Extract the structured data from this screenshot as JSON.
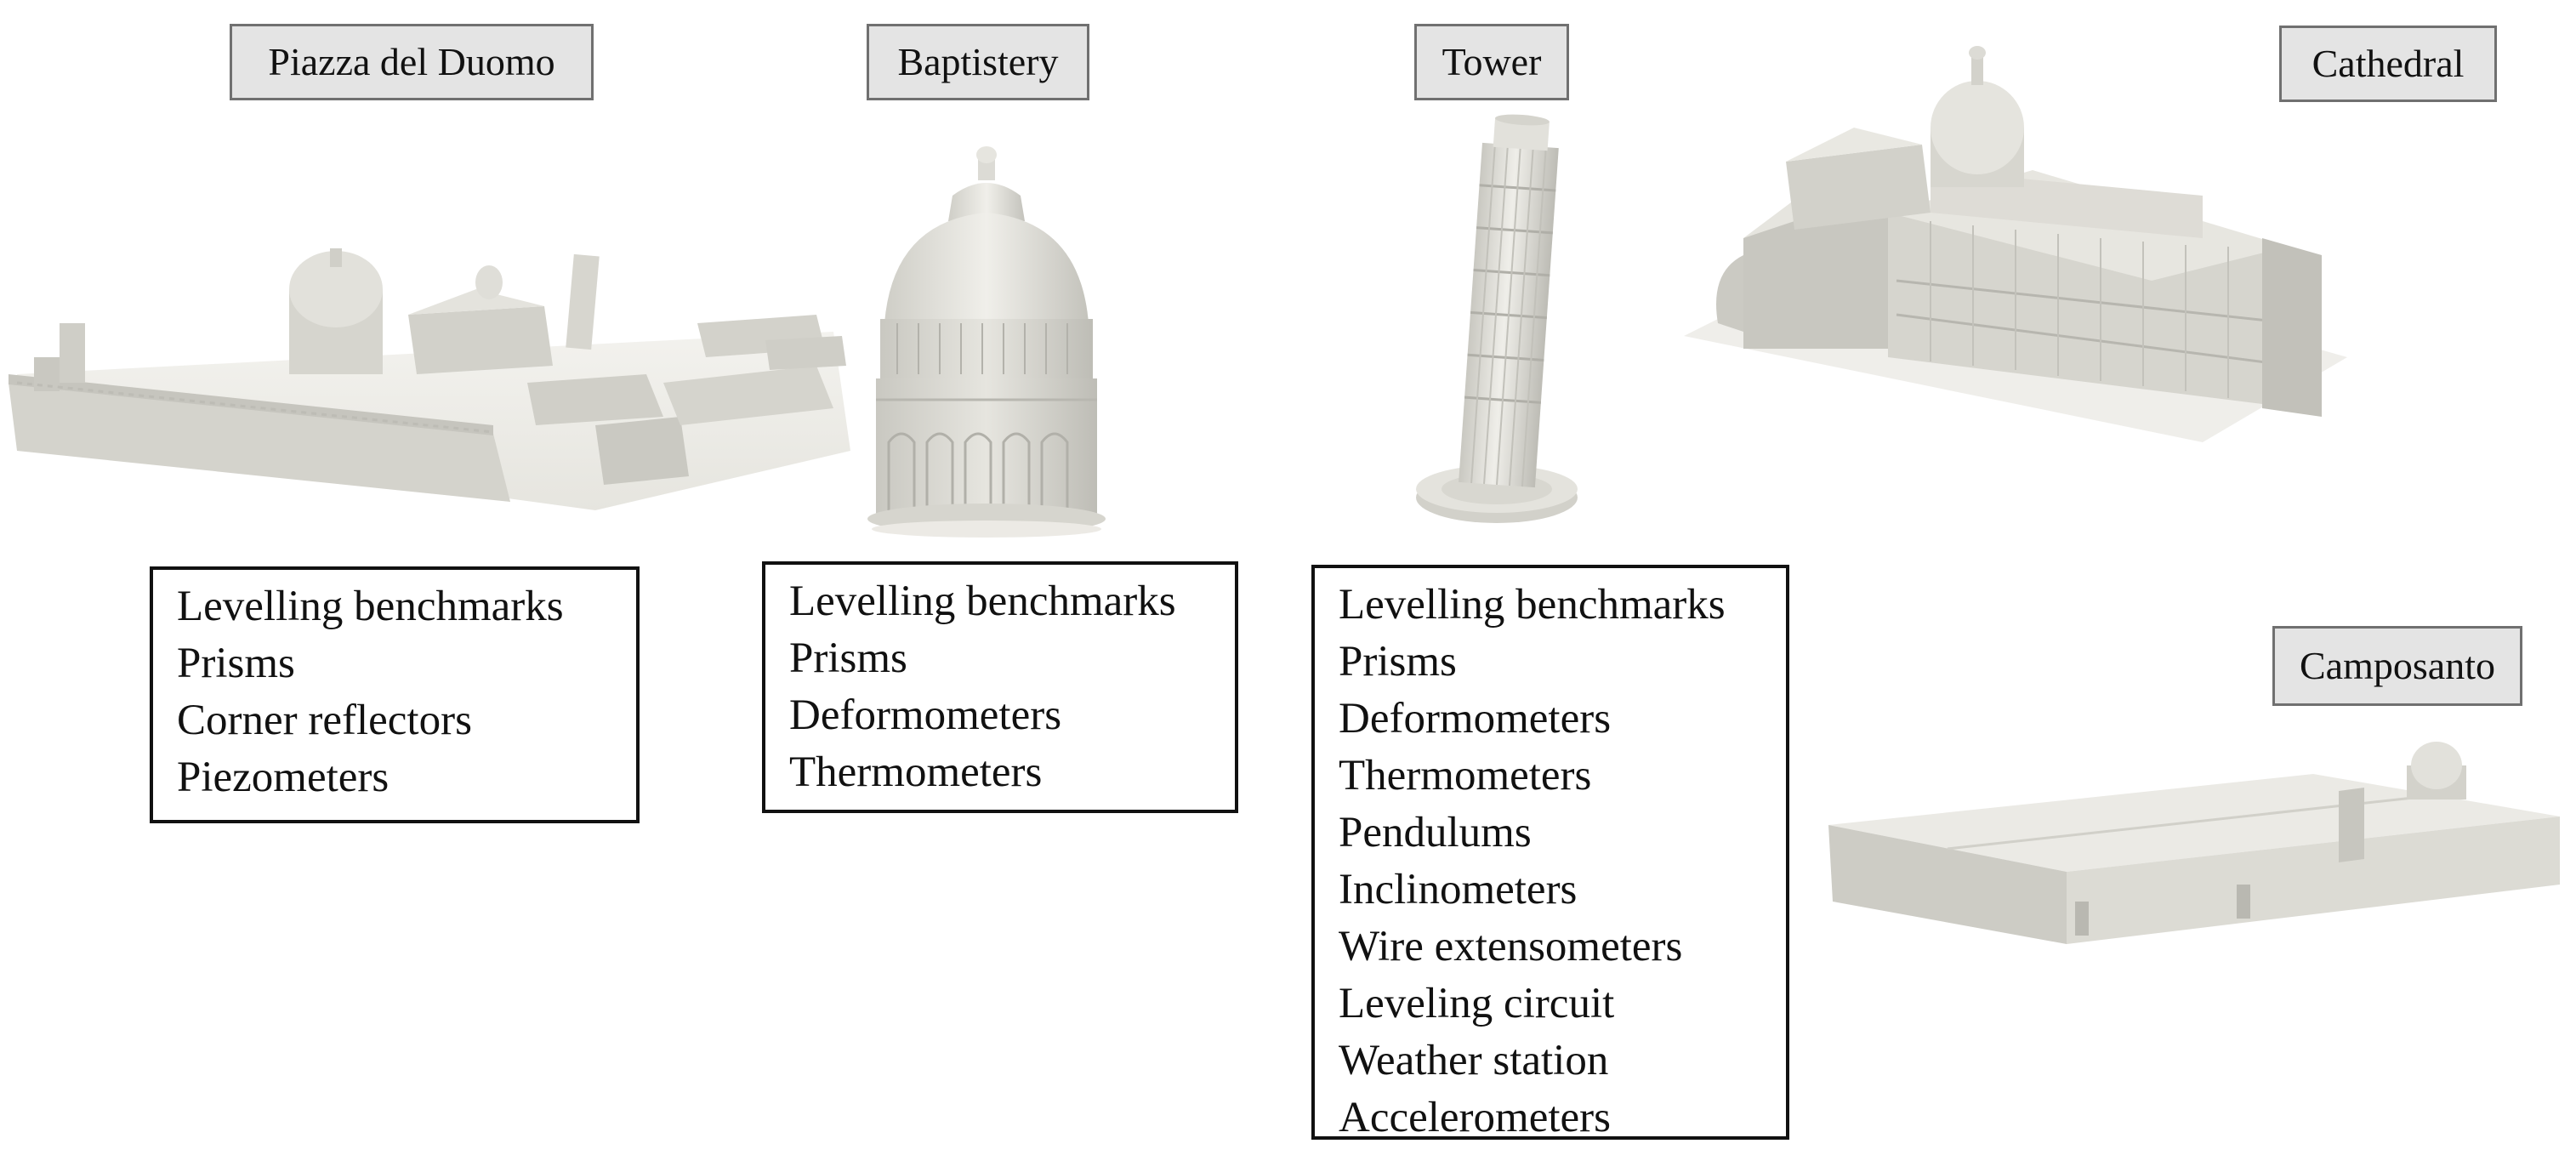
{
  "monuments": [
    {
      "id": "piazza",
      "title": "Piazza del Duomo",
      "instruments": [
        "Levelling benchmarks",
        "Prisms",
        "Corner reflectors",
        "Piezometers"
      ]
    },
    {
      "id": "baptistery",
      "title": "Baptistery",
      "instruments": [
        "Levelling benchmarks",
        "Prisms",
        "Deformometers",
        "Thermometers"
      ]
    },
    {
      "id": "tower",
      "title": "Tower",
      "instruments": [
        "Levelling benchmarks",
        "Prisms",
        "Deformometers",
        "Thermometers",
        "Pendulums",
        "Inclinometers",
        "Wire extensometers",
        "Leveling circuit",
        "Weather station",
        "Accelerometers"
      ]
    },
    {
      "id": "cathedral",
      "title": "Cathedral",
      "instruments": []
    },
    {
      "id": "camposanto",
      "title": "Camposanto",
      "instruments": []
    }
  ],
  "colors": {
    "model_fill": "#d9d8d2",
    "model_shade": "#b9b8b1",
    "model_light": "#ecebe6",
    "label_bg": "#e4e4e4",
    "label_border": "#707070",
    "box_border": "#111111"
  }
}
